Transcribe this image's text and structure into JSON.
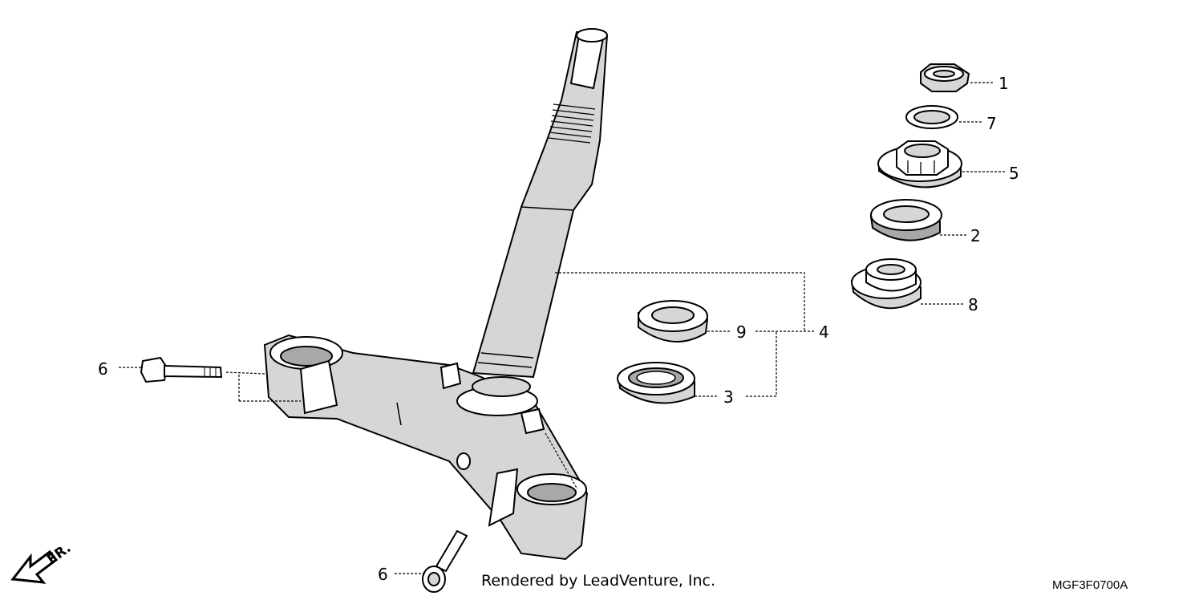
{
  "callouts": {
    "c1": "1",
    "c2": "2",
    "c3": "3",
    "c4": "4",
    "c5": "5",
    "c6a": "6",
    "c6b": "6",
    "c7": "7",
    "c8": "8",
    "c9": "9"
  },
  "direction_label": "FR.",
  "credit": "Rendered by LeadVenture, Inc.",
  "diagram_code": "MGF3F0700A",
  "icons": {
    "direction_arrow": "front-direction-arrow-icon"
  },
  "colors": {
    "line": "#000000",
    "shade_light": "#d6d6d6",
    "shade_dark": "#a8a8a8"
  }
}
